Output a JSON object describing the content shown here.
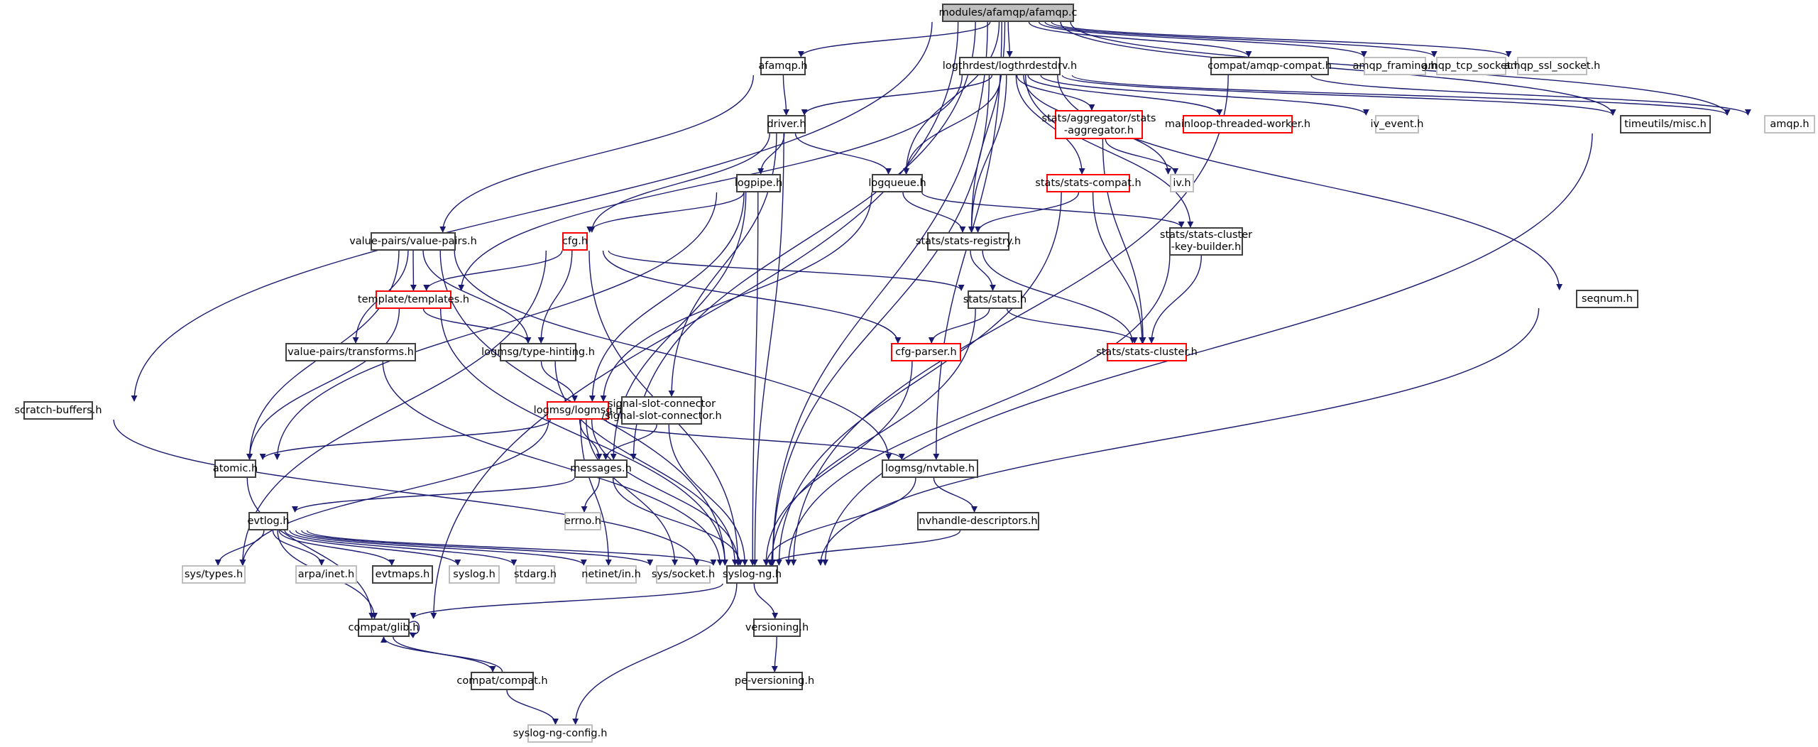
{
  "diagram": {
    "title": "modules/afamqp/afamqp.c",
    "type": "include-dependency-graph",
    "colors": {
      "edge": "#191970",
      "root_fill": "#bfbfbf",
      "node_border": "#404040",
      "truncated_border": "#ff0000",
      "external_border": "#bfbfbf"
    },
    "nodes": [
      {
        "id": "afamqp_c",
        "label": "modules/afamqp/afamqp.c",
        "kind": "root"
      },
      {
        "id": "afamqp_h",
        "label": "afamqp.h",
        "kind": "normal"
      },
      {
        "id": "logthrdestdrv_h",
        "label": "logthrdest/logthrdestdrv.h",
        "kind": "normal"
      },
      {
        "id": "amqp_compat_h",
        "label": "compat/amqp-compat.h",
        "kind": "normal"
      },
      {
        "id": "amqp_framing_h",
        "label": "amqp_framing.h",
        "kind": "external"
      },
      {
        "id": "amqp_tcp_socket_h",
        "label": "amqp_tcp_socket.h",
        "kind": "external"
      },
      {
        "id": "amqp_ssl_socket_h",
        "label": "amqp_ssl_socket.h",
        "kind": "external"
      },
      {
        "id": "driver_h",
        "label": "driver.h",
        "kind": "normal"
      },
      {
        "id": "stats_aggregator_h",
        "label": "stats/aggregator/stats\n-aggregator.h",
        "kind": "truncated"
      },
      {
        "id": "mainloop_tw_h",
        "label": "mainloop-threaded-worker.h",
        "kind": "truncated"
      },
      {
        "id": "iv_event_h",
        "label": "iv_event.h",
        "kind": "external"
      },
      {
        "id": "timeutils_misc_h",
        "label": "timeutils/misc.h",
        "kind": "normal"
      },
      {
        "id": "amqp_h",
        "label": "amqp.h",
        "kind": "external"
      },
      {
        "id": "logpipe_h",
        "label": "logpipe.h",
        "kind": "normal"
      },
      {
        "id": "logqueue_h",
        "label": "logqueue.h",
        "kind": "normal"
      },
      {
        "id": "stats_compat_h",
        "label": "stats/stats-compat.h",
        "kind": "truncated"
      },
      {
        "id": "iv_h",
        "label": "iv.h",
        "kind": "external"
      },
      {
        "id": "value_pairs_h",
        "label": "value-pairs/value-pairs.h",
        "kind": "normal"
      },
      {
        "id": "cfg_h",
        "label": "cfg.h",
        "kind": "truncated"
      },
      {
        "id": "stats_registry_h",
        "label": "stats/stats-registry.h",
        "kind": "normal"
      },
      {
        "id": "stats_ckb_h",
        "label": "stats/stats-cluster\n-key-builder.h",
        "kind": "normal"
      },
      {
        "id": "templates_h",
        "label": "template/templates.h",
        "kind": "truncated"
      },
      {
        "id": "stats_h",
        "label": "stats/stats.h",
        "kind": "normal"
      },
      {
        "id": "seqnum_h",
        "label": "seqnum.h",
        "kind": "normal"
      },
      {
        "id": "transforms_h",
        "label": "value-pairs/transforms.h",
        "kind": "normal"
      },
      {
        "id": "type_hinting_h",
        "label": "logmsg/type-hinting.h",
        "kind": "normal"
      },
      {
        "id": "cfg_parser_h",
        "label": "cfg-parser.h",
        "kind": "truncated"
      },
      {
        "id": "stats_cluster_h",
        "label": "stats/stats-cluster.h",
        "kind": "truncated"
      },
      {
        "id": "scratch_buffers_h",
        "label": "scratch-buffers.h",
        "kind": "normal"
      },
      {
        "id": "logmsg_h",
        "label": "logmsg/logmsg.h",
        "kind": "truncated"
      },
      {
        "id": "ssc_h",
        "label": "signal-slot-connector\n/signal-slot-connector.h",
        "kind": "normal"
      },
      {
        "id": "atomic_h",
        "label": "atomic.h",
        "kind": "normal"
      },
      {
        "id": "messages_h",
        "label": "messages.h",
        "kind": "normal"
      },
      {
        "id": "nvtable_h",
        "label": "logmsg/nvtable.h",
        "kind": "normal"
      },
      {
        "id": "errno_h",
        "label": "errno.h",
        "kind": "external"
      },
      {
        "id": "nvhandle_desc_h",
        "label": "nvhandle-descriptors.h",
        "kind": "normal"
      },
      {
        "id": "evtlog_h",
        "label": "evtlog.h",
        "kind": "normal"
      },
      {
        "id": "sys_types_h",
        "label": "sys/types.h",
        "kind": "external"
      },
      {
        "id": "arpa_inet_h",
        "label": "arpa/inet.h",
        "kind": "external"
      },
      {
        "id": "evtmaps_h",
        "label": "evtmaps.h",
        "kind": "normal"
      },
      {
        "id": "syslog_h",
        "label": "syslog.h",
        "kind": "external"
      },
      {
        "id": "stdarg_h",
        "label": "stdarg.h",
        "kind": "external"
      },
      {
        "id": "netinet_in_h",
        "label": "netinet/in.h",
        "kind": "external"
      },
      {
        "id": "sys_socket_h",
        "label": "sys/socket.h",
        "kind": "external"
      },
      {
        "id": "syslog_ng_h",
        "label": "syslog-ng.h",
        "kind": "normal"
      },
      {
        "id": "compat_glib_h",
        "label": "compat/glib.h",
        "kind": "normal"
      },
      {
        "id": "versioning_h",
        "label": "versioning.h",
        "kind": "normal"
      },
      {
        "id": "compat_compat_h",
        "label": "compat/compat.h",
        "kind": "normal"
      },
      {
        "id": "pe_versioning_h",
        "label": "pe-versioning.h",
        "kind": "normal"
      },
      {
        "id": "syslog_ng_config_h",
        "label": "syslog-ng-config.h",
        "kind": "external"
      }
    ],
    "edges": [
      [
        "afamqp_c",
        "afamqp_h"
      ],
      [
        "afamqp_c",
        "logthrdestdrv_h"
      ],
      [
        "afamqp_c",
        "amqp_compat_h"
      ],
      [
        "afamqp_c",
        "amqp_framing_h"
      ],
      [
        "afamqp_c",
        "amqp_tcp_socket_h"
      ],
      [
        "afamqp_c",
        "amqp_ssl_socket_h"
      ],
      [
        "afamqp_c",
        "amqp_h"
      ],
      [
        "afamqp_c",
        "timeutils_misc_h"
      ],
      [
        "afamqp_c",
        "logqueue_h"
      ],
      [
        "afamqp_c",
        "stats_registry_h"
      ],
      [
        "afamqp_c",
        "nvtable_h"
      ],
      [
        "afamqp_c",
        "scratch_buffers_h"
      ],
      [
        "afamqp_c",
        "messages_h"
      ],
      [
        "afamqp_c",
        "syslog_ng_h"
      ],
      [
        "afamqp_c",
        "compat_glib_h"
      ],
      [
        "afamqp_h",
        "driver_h"
      ],
      [
        "afamqp_h",
        "value_pairs_h"
      ],
      [
        "logthrdestdrv_h",
        "driver_h"
      ],
      [
        "logthrdestdrv_h",
        "stats_aggregator_h"
      ],
      [
        "logthrdestdrv_h",
        "mainloop_tw_h"
      ],
      [
        "logthrdestdrv_h",
        "iv_event_h"
      ],
      [
        "logthrdestdrv_h",
        "timeutils_misc_h"
      ],
      [
        "logthrdestdrv_h",
        "amqp_h"
      ],
      [
        "logthrdestdrv_h",
        "logqueue_h"
      ],
      [
        "logthrdestdrv_h",
        "stats_compat_h"
      ],
      [
        "logthrdestdrv_h",
        "iv_h"
      ],
      [
        "logthrdestdrv_h",
        "stats_registry_h"
      ],
      [
        "logthrdestdrv_h",
        "stats_ckb_h"
      ],
      [
        "logthrdestdrv_h",
        "seqnum_h"
      ],
      [
        "logthrdestdrv_h",
        "templates_h"
      ],
      [
        "logthrdestdrv_h",
        "syslog_ng_h"
      ],
      [
        "amqp_compat_h",
        "amqp_h"
      ],
      [
        "amqp_compat_h",
        "syslog_ng_h"
      ],
      [
        "driver_h",
        "logpipe_h"
      ],
      [
        "driver_h",
        "cfg_h"
      ],
      [
        "driver_h",
        "logqueue_h"
      ],
      [
        "driver_h",
        "ssc_h"
      ],
      [
        "driver_h",
        "syslog_ng_h"
      ],
      [
        "stats_aggregator_h",
        "iv_h"
      ],
      [
        "stats_aggregator_h",
        "stats_cluster_h"
      ],
      [
        "timeutils_misc_h",
        "syslog_ng_h"
      ],
      [
        "logpipe_h",
        "cfg_h"
      ],
      [
        "logpipe_h",
        "logmsg_h"
      ],
      [
        "logpipe_h",
        "atomic_h"
      ],
      [
        "logpipe_h",
        "messages_h"
      ],
      [
        "logpipe_h",
        "syslog_ng_h"
      ],
      [
        "logqueue_h",
        "stats_registry_h"
      ],
      [
        "logqueue_h",
        "stats_ckb_h"
      ],
      [
        "logqueue_h",
        "logmsg_h"
      ],
      [
        "stats_compat_h",
        "stats_registry_h"
      ],
      [
        "stats_compat_h",
        "stats_cluster_h"
      ],
      [
        "stats_compat_h",
        "syslog_ng_h"
      ],
      [
        "value_pairs_h",
        "templates_h"
      ],
      [
        "value_pairs_h",
        "transforms_h"
      ],
      [
        "value_pairs_h",
        "type_hinting_h"
      ],
      [
        "value_pairs_h",
        "nvtable_h"
      ],
      [
        "value_pairs_h",
        "atomic_h"
      ],
      [
        "value_pairs_h",
        "syslog_ng_h"
      ],
      [
        "cfg_h",
        "templates_h"
      ],
      [
        "cfg_h",
        "type_hinting_h"
      ],
      [
        "cfg_h",
        "stats_h"
      ],
      [
        "cfg_h",
        "cfg_parser_h"
      ],
      [
        "cfg_h",
        "sys_types_h"
      ],
      [
        "cfg_h",
        "syslog_ng_h"
      ],
      [
        "stats_registry_h",
        "stats_h"
      ],
      [
        "stats_registry_h",
        "stats_cluster_h"
      ],
      [
        "stats_ckb_h",
        "stats_cluster_h"
      ],
      [
        "stats_ckb_h",
        "syslog_ng_h"
      ],
      [
        "templates_h",
        "type_hinting_h"
      ],
      [
        "templates_h",
        "atomic_h"
      ],
      [
        "templates_h",
        "syslog_ng_h"
      ],
      [
        "stats_h",
        "cfg_parser_h"
      ],
      [
        "stats_h",
        "stats_cluster_h"
      ],
      [
        "stats_h",
        "syslog_ng_h"
      ],
      [
        "seqnum_h",
        "syslog_ng_h"
      ],
      [
        "transforms_h",
        "syslog_ng_h"
      ],
      [
        "type_hinting_h",
        "logmsg_h"
      ],
      [
        "type_hinting_h",
        "syslog_ng_h"
      ],
      [
        "cfg_parser_h",
        "syslog_ng_h"
      ],
      [
        "scratch_buffers_h",
        "syslog_ng_h"
      ],
      [
        "logmsg_h",
        "atomic_h"
      ],
      [
        "logmsg_h",
        "messages_h"
      ],
      [
        "logmsg_h",
        "nvtable_h"
      ],
      [
        "logmsg_h",
        "sys_types_h"
      ],
      [
        "logmsg_h",
        "netinet_in_h"
      ],
      [
        "logmsg_h",
        "sys_socket_h"
      ],
      [
        "logmsg_h",
        "syslog_ng_h"
      ],
      [
        "ssc_h",
        "messages_h"
      ],
      [
        "ssc_h",
        "syslog_ng_h"
      ],
      [
        "atomic_h",
        "compat_glib_h"
      ],
      [
        "messages_h",
        "evtlog_h"
      ],
      [
        "messages_h",
        "errno_h"
      ],
      [
        "messages_h",
        "syslog_ng_h"
      ],
      [
        "nvtable_h",
        "nvhandle_desc_h"
      ],
      [
        "nvtable_h",
        "syslog_ng_h"
      ],
      [
        "nvhandle_desc_h",
        "syslog_ng_h"
      ],
      [
        "evtlog_h",
        "sys_types_h"
      ],
      [
        "evtlog_h",
        "arpa_inet_h"
      ],
      [
        "evtlog_h",
        "evtmaps_h"
      ],
      [
        "evtlog_h",
        "syslog_h"
      ],
      [
        "evtlog_h",
        "stdarg_h"
      ],
      [
        "evtlog_h",
        "netinet_in_h"
      ],
      [
        "evtlog_h",
        "sys_socket_h"
      ],
      [
        "evtlog_h",
        "syslog_ng_h"
      ],
      [
        "evtlog_h",
        "compat_glib_h"
      ],
      [
        "syslog_ng_h",
        "compat_glib_h"
      ],
      [
        "syslog_ng_h",
        "versioning_h"
      ],
      [
        "syslog_ng_h",
        "syslog_ng_config_h"
      ],
      [
        "compat_glib_h",
        "compat_glib_h"
      ],
      [
        "compat_glib_h",
        "compat_compat_h"
      ],
      [
        "versioning_h",
        "pe_versioning_h"
      ],
      [
        "compat_compat_h",
        "compat_glib_h"
      ],
      [
        "compat_compat_h",
        "syslog_ng_config_h"
      ]
    ]
  }
}
